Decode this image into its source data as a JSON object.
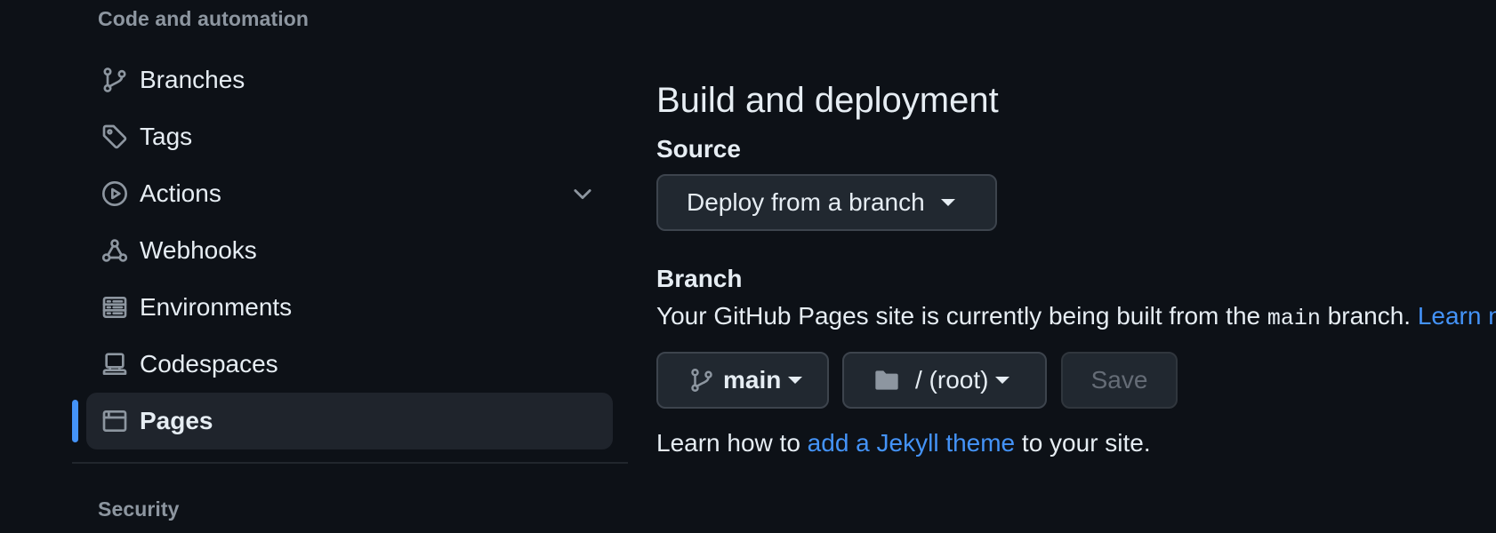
{
  "sidebar": {
    "code_heading": "Code and automation",
    "security_heading": "Security",
    "items": [
      {
        "label": "Branches"
      },
      {
        "label": "Tags"
      },
      {
        "label": "Actions"
      },
      {
        "label": "Webhooks"
      },
      {
        "label": "Environments"
      },
      {
        "label": "Codespaces"
      },
      {
        "label": "Pages"
      }
    ],
    "active_item": "Pages"
  },
  "main": {
    "title": "Build and deployment",
    "source": {
      "label": "Source",
      "selected": "Deploy from a branch"
    },
    "branch": {
      "label": "Branch",
      "desc_before": "Your GitHub Pages site is currently being built from the ",
      "desc_code": "main",
      "desc_after": " branch. ",
      "desc_link": "Learn more about configuring the publishing source for your site",
      "branch_value": "main",
      "folder_value": "/ (root)",
      "save_label": "Save"
    },
    "jekyll": {
      "before": "Learn how to ",
      "link": "add a Jekyll theme",
      "after": " to your site."
    }
  },
  "colors": {
    "background": "#0d1117",
    "accent": "#4493f8",
    "text": "#e6edf3",
    "muted": "#8d96a0"
  }
}
